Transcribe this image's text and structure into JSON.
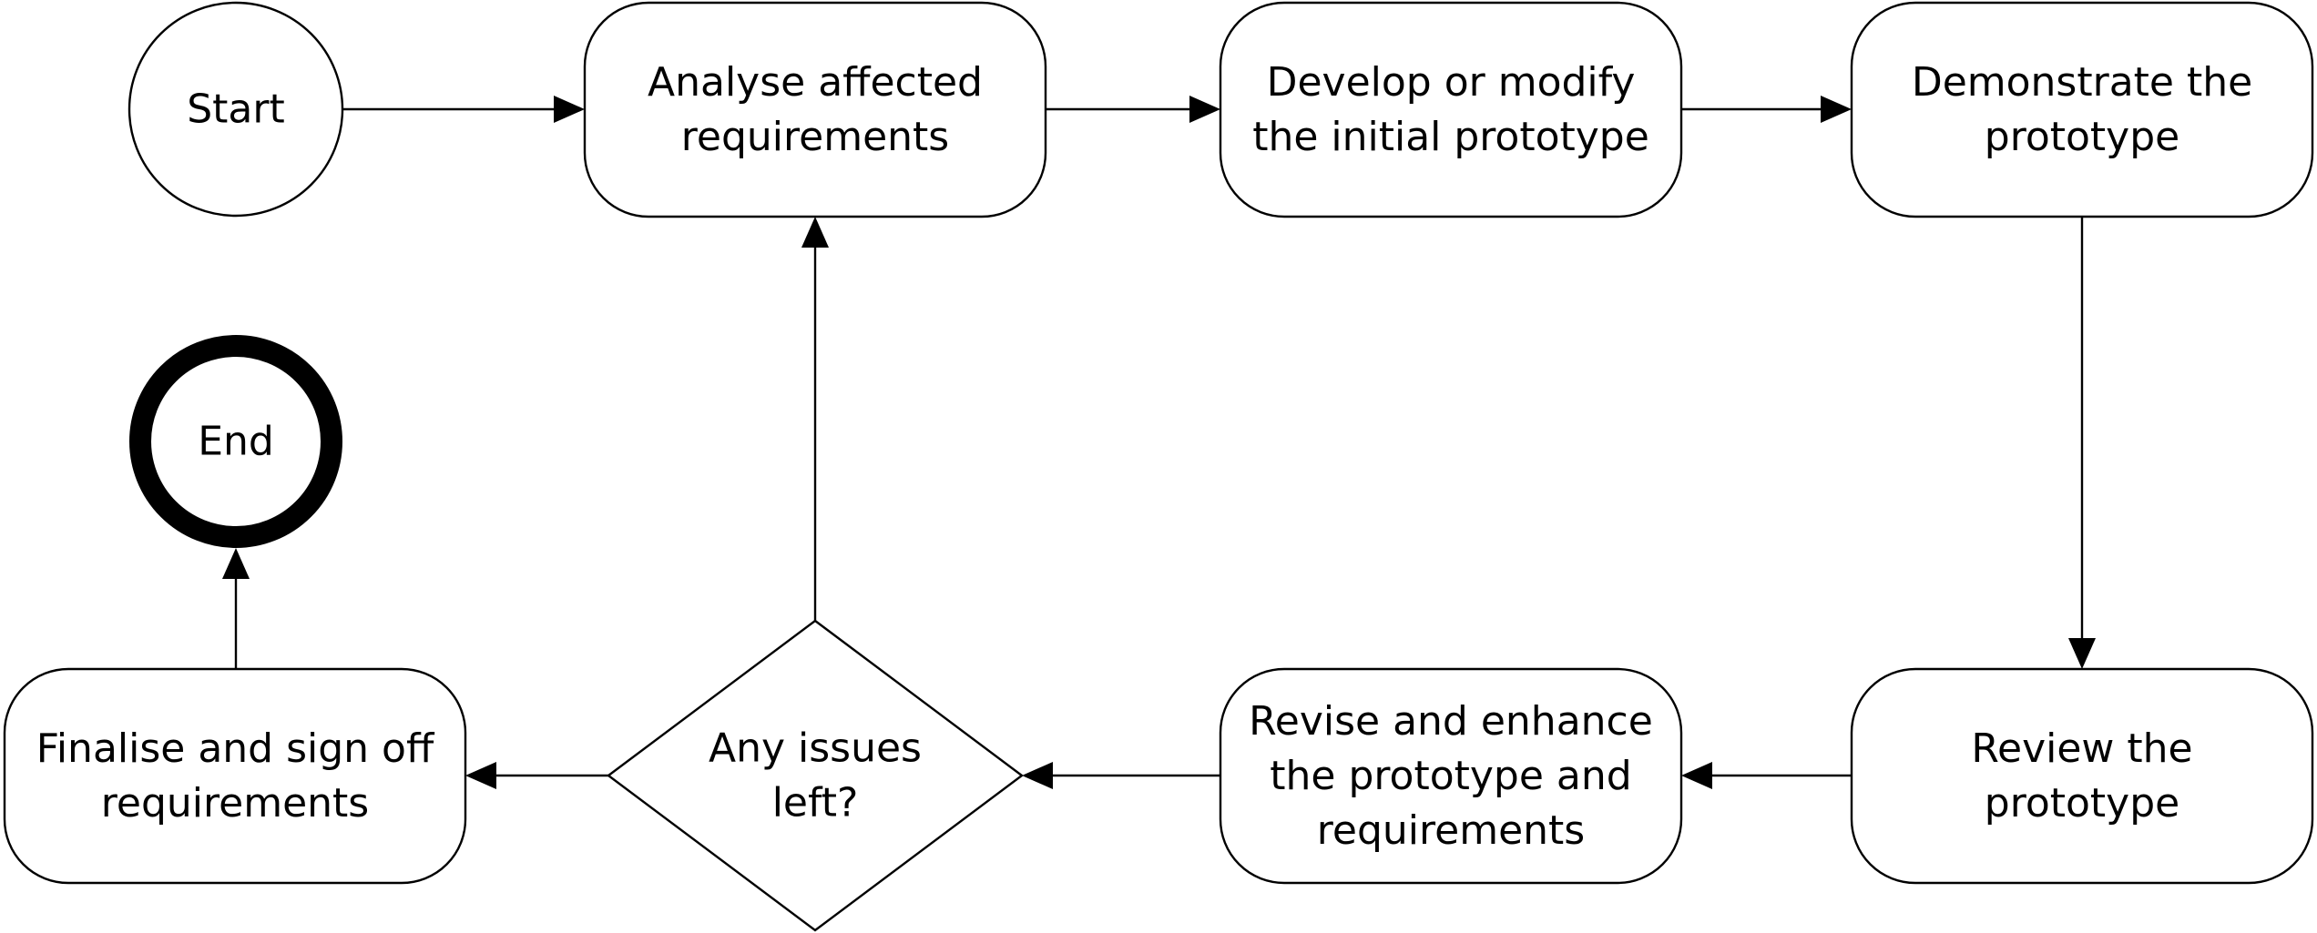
{
  "nodes": {
    "start": {
      "type": "start",
      "lines": [
        "Start"
      ]
    },
    "end": {
      "type": "end",
      "lines": [
        "End"
      ]
    },
    "analyse": {
      "type": "process",
      "lines": [
        "Analyse affected",
        "requirements"
      ]
    },
    "develop": {
      "type": "process",
      "lines": [
        "Develop or modify",
        "the initial prototype"
      ]
    },
    "demonstrate": {
      "type": "process",
      "lines": [
        "Demonstrate the",
        "prototype"
      ]
    },
    "review": {
      "type": "process",
      "lines": [
        "Review the",
        "prototype"
      ]
    },
    "revise": {
      "type": "process",
      "lines": [
        "Revise and enhance",
        "the prototype and",
        "requirements"
      ]
    },
    "decision": {
      "type": "decision",
      "lines": [
        "Any issues",
        "left?"
      ]
    },
    "finalise": {
      "type": "process",
      "lines": [
        "Finalise and sign off",
        "requirements"
      ]
    }
  },
  "edges": [
    {
      "from": "start",
      "to": "analyse"
    },
    {
      "from": "analyse",
      "to": "develop"
    },
    {
      "from": "develop",
      "to": "demonstrate"
    },
    {
      "from": "demonstrate",
      "to": "review"
    },
    {
      "from": "review",
      "to": "revise"
    },
    {
      "from": "revise",
      "to": "decision"
    },
    {
      "from": "decision",
      "to": "analyse"
    },
    {
      "from": "decision",
      "to": "finalise"
    },
    {
      "from": "finalise",
      "to": "end"
    }
  ]
}
